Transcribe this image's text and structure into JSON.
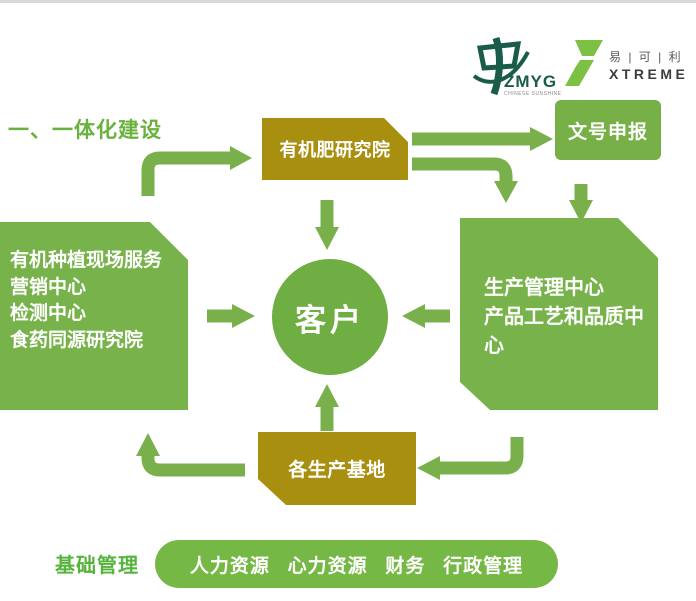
{
  "colors": {
    "green_shape": "#77b34a",
    "green_arrow": "#7ab04c",
    "olive_box": "#a98f10",
    "title_green": "#6ab23e",
    "footer_label_green": "#55b43c",
    "logo_dark_green": "#1a5c4a",
    "logo_light_green": "#7cc144"
  },
  "logos": {
    "zmyg": {
      "name": "ZMYG",
      "tagline": "CHINESE SUNSHINE"
    },
    "xtreme": {
      "cn": "易 | 可 | 利",
      "en": "XTREME"
    }
  },
  "section_title": "一、一体化建设",
  "nodes": {
    "research_institute": "有机肥研究院",
    "document_application": "文号申报",
    "left_services": [
      "有机种植现场服务",
      "营销中心",
      "检测中心",
      "食药同源研究院"
    ],
    "customer": "客户",
    "production": [
      "生产管理中心",
      "产品工艺和品质中心"
    ],
    "production_bases": "各生产基地"
  },
  "footer": {
    "label": "基础管理",
    "items": [
      "人力资源",
      "心力资源",
      "财务",
      "行政管理"
    ]
  }
}
